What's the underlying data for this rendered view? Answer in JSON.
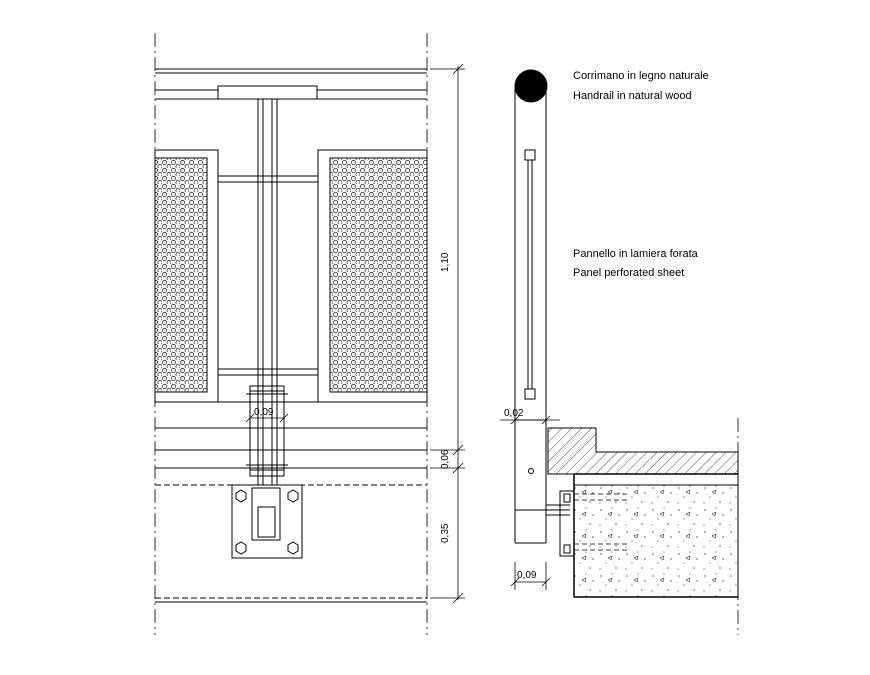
{
  "notes": {
    "handrail_it": "Corrimano in legno naturale",
    "handrail_en": "Handrail in natural wood",
    "panel_it": "Pannello in lamiera forata",
    "panel_en": "Panel perforated sheet"
  },
  "dimensions": {
    "total_height": "1,10",
    "gap": "0,06",
    "beam_depth": "0,35",
    "post_width": "0,09",
    "panel_thickness": "0,02",
    "bracket_width": "0,09"
  },
  "colors": {
    "line": "#000000",
    "background": "#ffffff"
  }
}
